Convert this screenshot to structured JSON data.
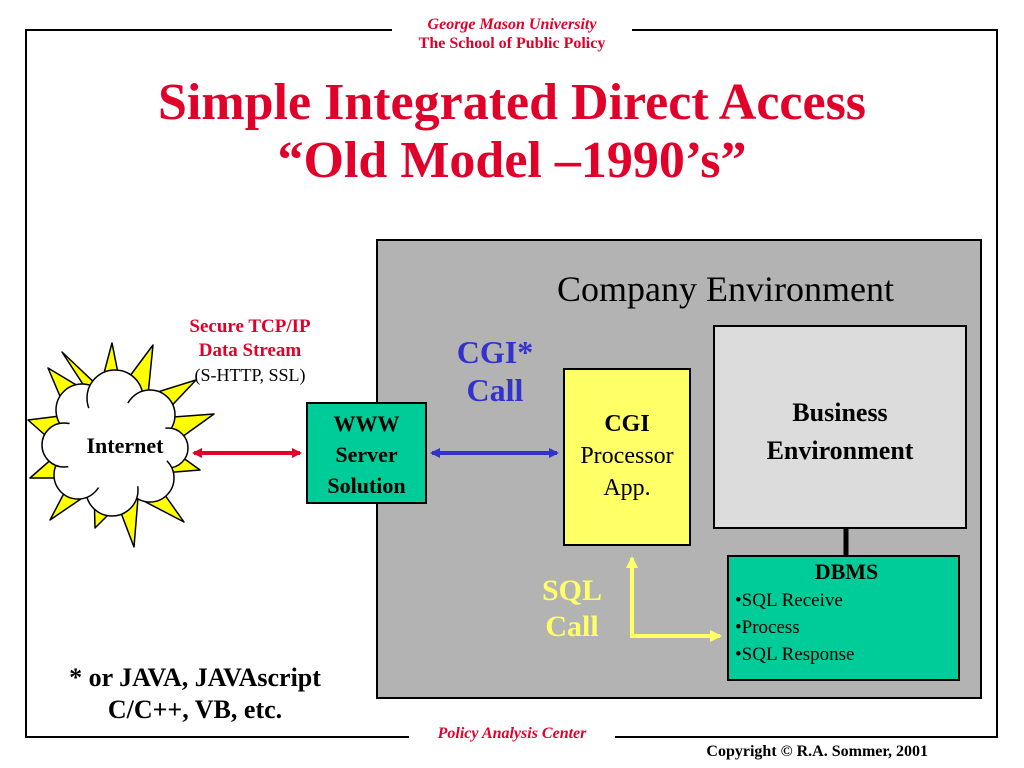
{
  "header": {
    "university": "George Mason University",
    "school": "The School of Public Policy",
    "footer_center": "Policy Analysis Center",
    "copyright": "Copyright © R.A. Sommer, 2001"
  },
  "title": {
    "line1": "Simple Integrated Direct Access",
    "line2": "“Old Model –1990’s”"
  },
  "company": {
    "label": "Company Environment"
  },
  "nodes": {
    "internet": "Internet",
    "www": {
      "l1": "WWW",
      "l2": "Server",
      "l3": "Solution"
    },
    "cgi": {
      "l1": "CGI",
      "l2": "Processor",
      "l3": "App."
    },
    "business": {
      "l1": "Business",
      "l2": "Environment"
    },
    "dbms": {
      "title": "DBMS",
      "items": [
        "•SQL Receive",
        "•Process",
        "•SQL Response"
      ]
    }
  },
  "labels": {
    "secure_l1": "Secure TCP/IP",
    "secure_l2": "Data Stream",
    "secure_l3": "(S-HTTP, SSL)",
    "cgi_call_l1": "CGI*",
    "cgi_call_l2": "Call",
    "sql_call_l1": "SQL",
    "sql_call_l2": "Call",
    "footnote_l1": "* or JAVA, JAVAscript",
    "footnote_l2": "C/C++, VB, etc."
  },
  "colors": {
    "title_red": "#e0002a",
    "box_green": "#00cc99",
    "box_yellow": "#ffff66",
    "company_gray": "#b3b3b3",
    "arrow_blue": "#3333cc",
    "arrow_yellow": "#ffff66"
  }
}
